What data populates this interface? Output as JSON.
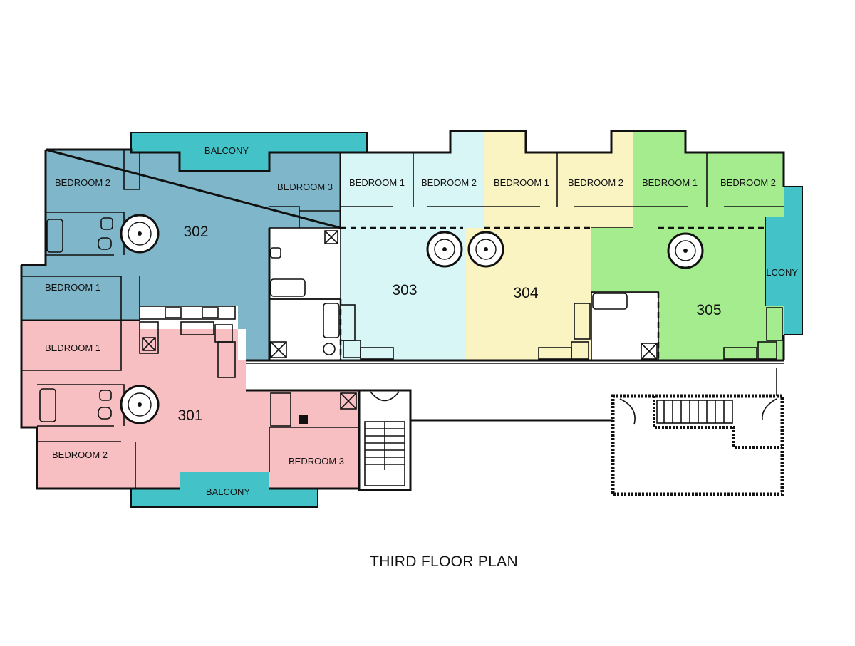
{
  "title": "THIRD FLOOR PLAN",
  "colors": {
    "unit_301": "#f7bfc1",
    "unit_302": "#7fb6c9",
    "unit_303": "#d8f6f6",
    "unit_304": "#faf4c3",
    "unit_305": "#a4ec8e",
    "balcony": "#43c3c8",
    "wall": "#111111"
  },
  "units": {
    "u301": {
      "number": "301",
      "bedroom1": "BEDROOM 1",
      "bedroom2": "BEDROOM 2",
      "bedroom3": "BEDROOM 3",
      "balcony": "BALCONY"
    },
    "u302": {
      "number": "302",
      "bedroom1": "BEDROOM 1",
      "bedroom2": "BEDROOM 2",
      "bedroom3": "BEDROOM 3",
      "balcony": "BALCONY"
    },
    "u303": {
      "number": "303",
      "bedroom1": "BEDROOM 1",
      "bedroom2": "BEDROOM 2"
    },
    "u304": {
      "number": "304",
      "bedroom1": "BEDROOM 1",
      "bedroom2": "BEDROOM 2"
    },
    "u305": {
      "number": "305",
      "bedroom1": "BEDROOM 1",
      "bedroom2": "BEDROOM 2",
      "balcony": "BALCONY"
    }
  }
}
